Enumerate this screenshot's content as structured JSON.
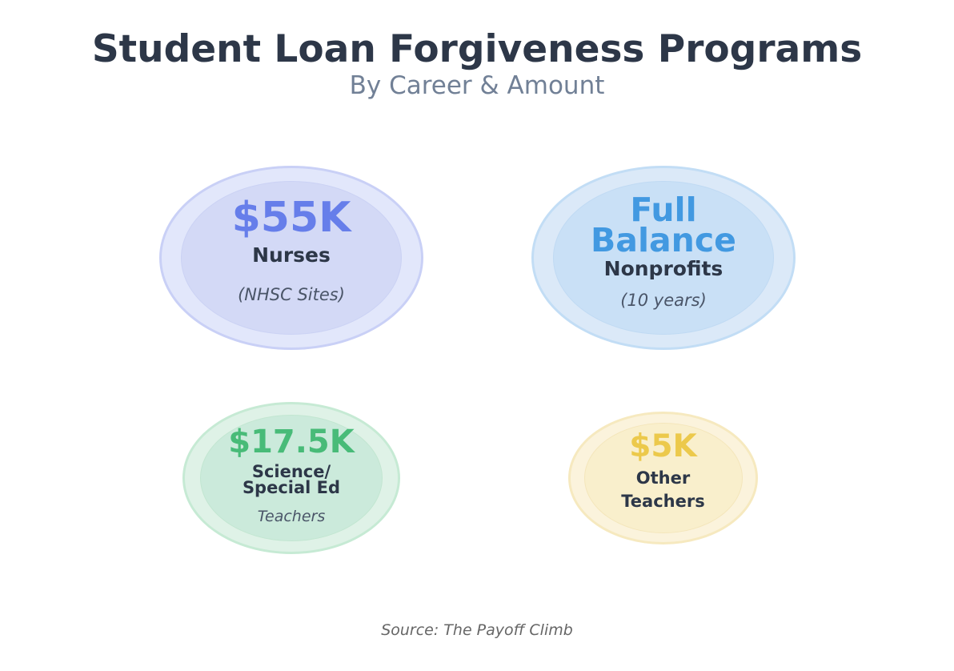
{
  "title": "Student Loan Forgiveness Programs",
  "subtitle": "By Career & Amount",
  "source": "Source: The Payoff Climb",
  "bubbles": [
    {
      "amount": "$55K",
      "career": "Nurses",
      "note": "(NHSC Sites)",
      "color": "#667eea"
    },
    {
      "amount_line1": "Full",
      "amount_line2": "Balance",
      "career": "Nonprofits",
      "note": "(10 years)",
      "color": "#4299e1"
    },
    {
      "amount": "$17.5K",
      "career_line1": "Science/",
      "career_line2": "Special Ed",
      "note": "Teachers",
      "color": "#48bb78"
    },
    {
      "amount": "$5K",
      "career_line1": "Other",
      "career_line2": "Teachers",
      "color": "#ecc94b"
    }
  ],
  "chart_data": {
    "type": "bubble",
    "title": "Student Loan Forgiveness Programs",
    "subtitle": "By Career & Amount",
    "categories": [
      "Nurses (NHSC Sites)",
      "Nonprofits (10 years)",
      "Science/Special Ed Teachers",
      "Other Teachers"
    ],
    "values": [
      "$55K",
      "Full Balance",
      "$17.5K",
      "$5K"
    ],
    "numeric_values": [
      55000,
      null,
      17500,
      5000
    ],
    "colors": [
      "#667eea",
      "#4299e1",
      "#48bb78",
      "#ecc94b"
    ],
    "source": "Source: The Payoff Climb"
  }
}
